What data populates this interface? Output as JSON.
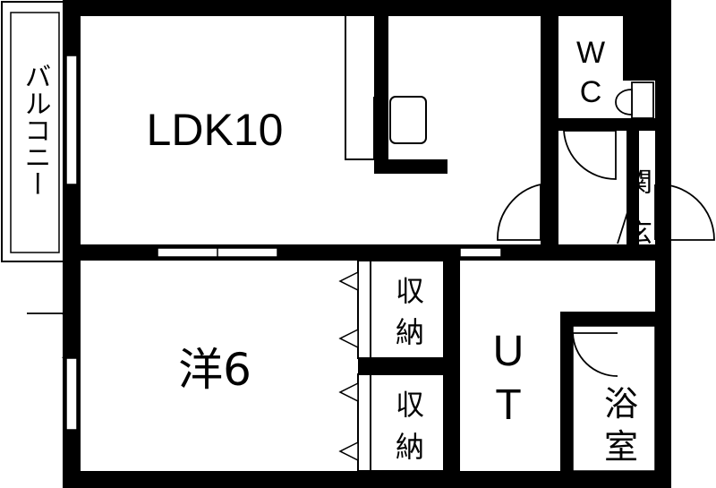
{
  "floor_plan": {
    "rooms": {
      "ldk": {
        "label": "LDK10"
      },
      "western": {
        "label": "洋6"
      },
      "balcony": {
        "label": "バルコニー"
      },
      "wc": {
        "label_line1": "W",
        "label_line2": "C"
      },
      "entrance": {
        "label_line1": "玄",
        "label_line2": "関"
      },
      "storage_upper": {
        "label_line1": "収",
        "label_line2": "納"
      },
      "storage_lower": {
        "label_line1": "収",
        "label_line2": "納"
      },
      "utility": {
        "label_line1": "U",
        "label_line2": "T"
      },
      "bathroom": {
        "label_line1": "浴",
        "label_line2": "室"
      }
    }
  }
}
